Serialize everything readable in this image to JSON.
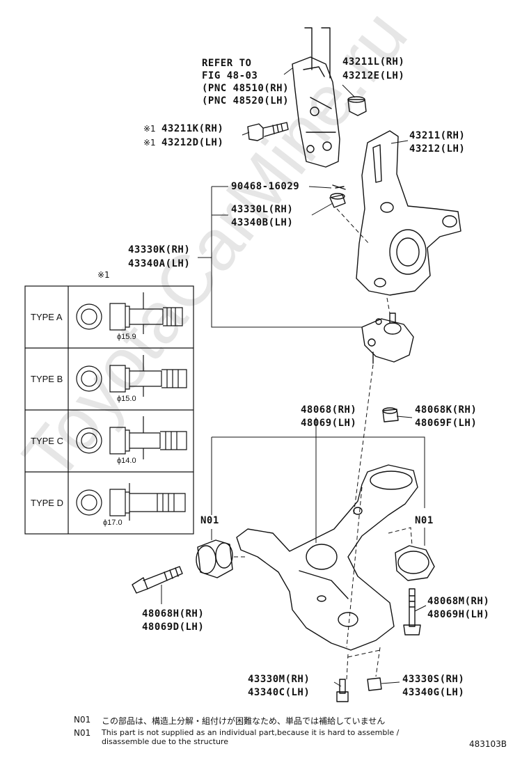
{
  "watermark": "ToyotaCarMine.ru",
  "refer": {
    "line1": "REFER TO",
    "line2": "FIG 48-03",
    "line3": "(PNC 48510(RH)",
    "line4": "(PNC 48520(LH)"
  },
  "parts": {
    "p43211L_rh": "43211L(RH)",
    "p43212E_lh": "43212E(LH)",
    "bolt_mark": "※1",
    "p43211K_rh": "43211K(RH)",
    "p43212D_lh": "43212D(LH)",
    "p43211_rh": "43211(RH)",
    "p43212_lh": "43212(LH)",
    "p90468": "90468-16029",
    "p43330L_rh": "43330L(RH)",
    "p43340B_lh": "43340B(LH)",
    "p43330K_rh": "43330K(RH)",
    "p43340A_lh": "43340A(LH)",
    "p48068_rh": "48068(RH)",
    "p48069_lh": "48069(LH)",
    "p48068K_rh": "48068K(RH)",
    "p48069F_lh": "48069F(LH)",
    "n01_left": "N01",
    "n01_right": "N01",
    "p48068H_rh": "48068H(RH)",
    "p48069D_lh": "48069D(LH)",
    "p48068M_rh": "48068M(RH)",
    "p48069H_lh": "48069H(LH)",
    "p43330M_rh": "43330M(RH)",
    "p43340C_lh": "43340C(LH)",
    "p43330S_rh": "43330S(RH)",
    "p43340G_lh": "43340G(LH)"
  },
  "type_table": {
    "mark": "※1",
    "rows": [
      {
        "label": "TYPE A",
        "diameter": "ϕ15.9"
      },
      {
        "label": "TYPE B",
        "diameter": "ϕ15.0"
      },
      {
        "label": "TYPE C",
        "diameter": "ϕ14.0"
      },
      {
        "label": "TYPE D",
        "diameter": "ϕ17.0"
      }
    ]
  },
  "notes": {
    "n1_code": "N01",
    "n1_text_jp": "この部品は、構造上分解・組付けが困難なため、単品では補給していません",
    "n2_code": "N01",
    "n2_text_en1": "This part is not supplied as an individual part,because it is hard to assemble /",
    "n2_text_en2": "disassemble due to the structure"
  },
  "figure_id": "483103B"
}
